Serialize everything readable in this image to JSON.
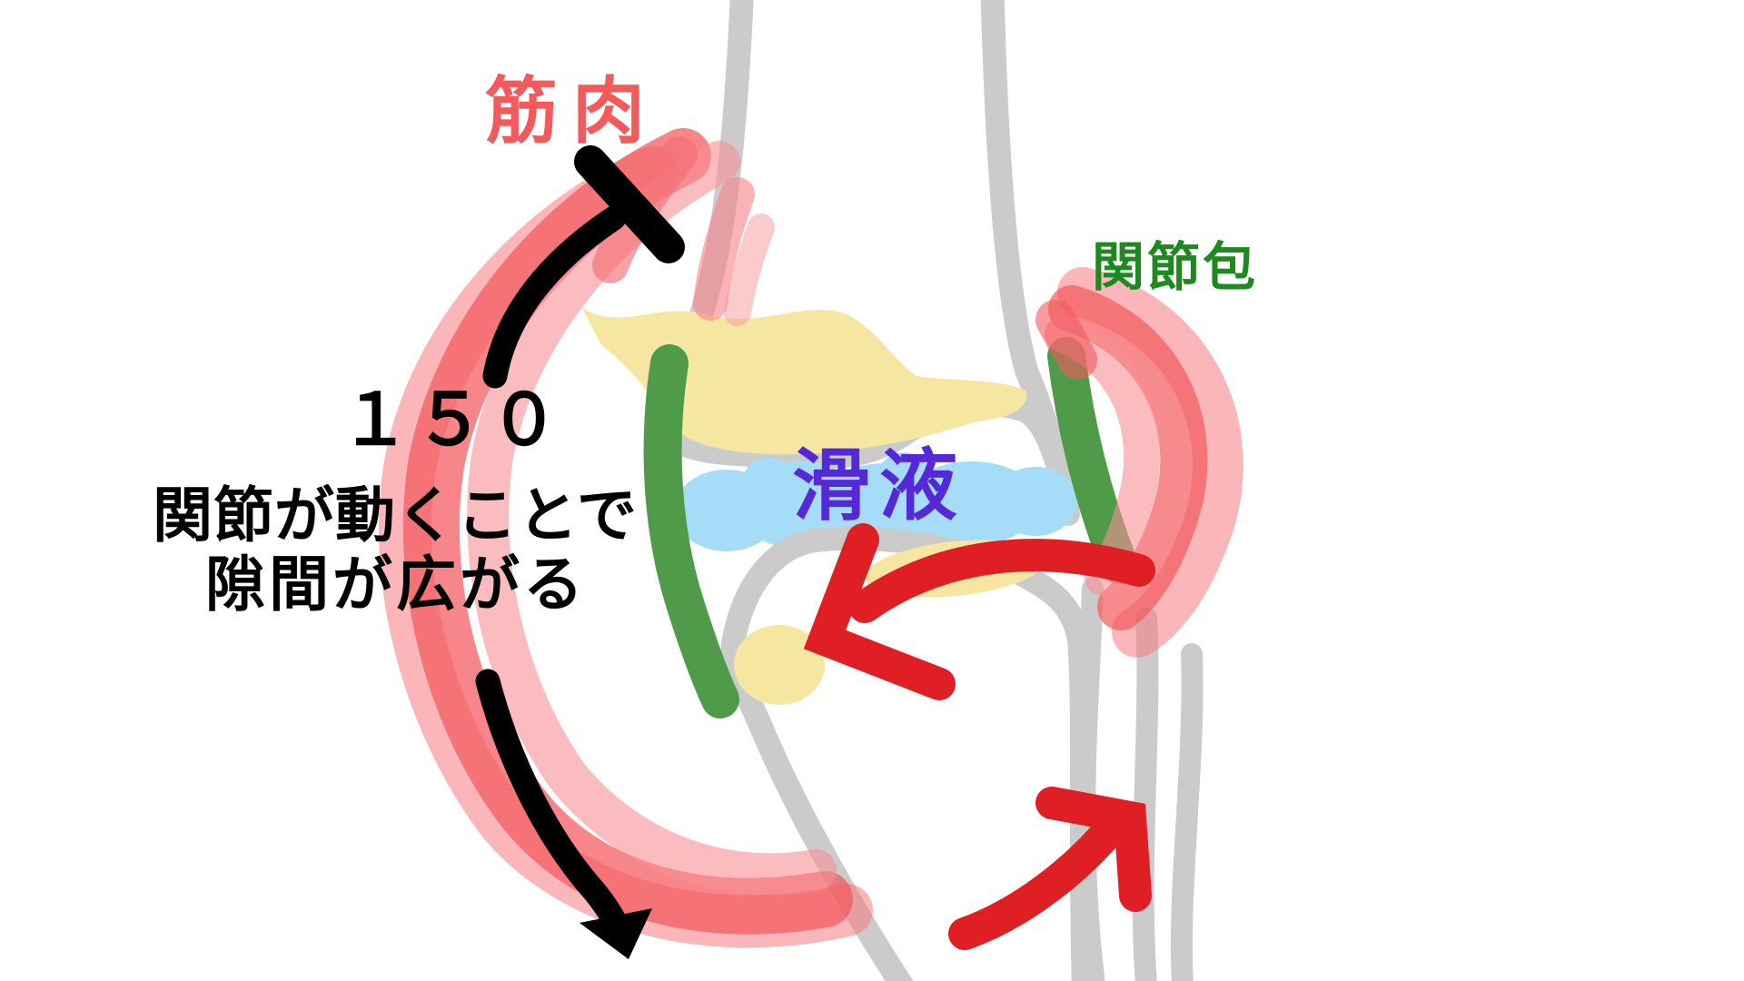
{
  "figure": {
    "type": "hand-drawn anatomical diagram of a joint (knee joint cross-section)"
  },
  "labels": {
    "muscle": {
      "text": "筋肉",
      "color": "#f4595b"
    },
    "joint_capsule": {
      "text": "関節包",
      "color": "#1e8a1e"
    },
    "synovial_fluid": {
      "text": "滑液",
      "color": "#5629d8"
    }
  },
  "annotations": {
    "angle_value": "１５０",
    "caption_line1": "関節が動くことで",
    "caption_line2": "隙間が広がる"
  },
  "colors": {
    "background": "#ffffff",
    "bone_gray": "#cbcbcb",
    "bone_fill": "#ffffff",
    "cartilage_yellow": "#f5e7a2",
    "capsule_green": "#4f9b49",
    "fluid_blue": "#a5dcf8",
    "muscle_main": "rgba(242,88,93,0.72)",
    "muscle_outer": "rgba(246,122,127,0.55)",
    "muscle_inner": "rgba(247,143,148,0.60)",
    "arrow_black": "#000000",
    "arrow_red": "#e01f25"
  },
  "parts": [
    {
      "name": "femur-bone",
      "color": "#cbcbcb"
    },
    {
      "name": "tibia-bone",
      "color": "#cbcbcb"
    },
    {
      "name": "fibula-lines",
      "color": "#cbcbcb"
    },
    {
      "name": "cartilage",
      "color": "#f5e7a2"
    },
    {
      "name": "joint-capsule-band",
      "color": "#4f9b49"
    },
    {
      "name": "synovial-fluid-pool",
      "color": "#a5dcf8"
    },
    {
      "name": "muscle-band-left",
      "color": "#f2585d"
    },
    {
      "name": "muscle-band-right",
      "color": "#f2585d"
    },
    {
      "name": "motion-range-arrows",
      "color": "#000000"
    },
    {
      "name": "movement-arrows",
      "color": "#e01f25"
    }
  ]
}
